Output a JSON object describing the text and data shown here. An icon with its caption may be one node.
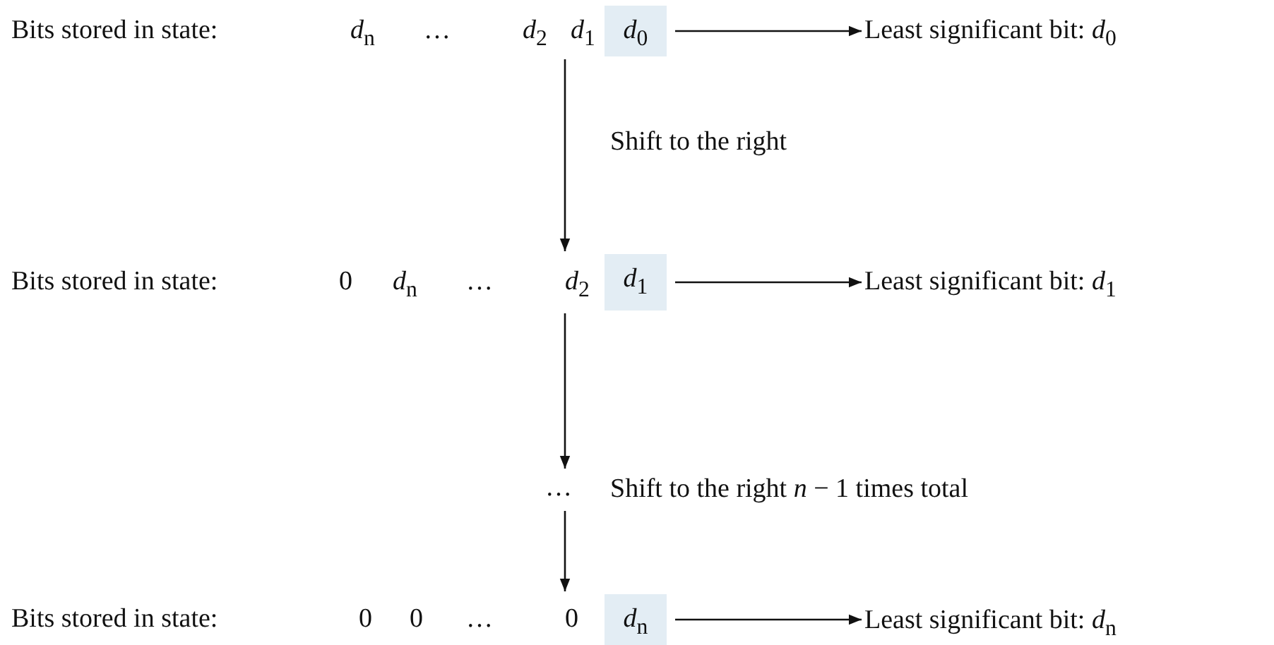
{
  "diagram": {
    "nodes": [
      {
        "text": [
          "Bits stored in state:",
          "*d*$_{n}$",
          "…",
          "*d*$_{2}$",
          "*d*$_{1}$"
        ]
      },
      {
        "text": [
          "*d*$_{0}$"
        ],
        "in": 0
      },
      {
        "text": [
          "Least significant bit: *d*$_{0}$"
        ]
      },
      {
        "text": [
          "Bits stored in state:",
          "0",
          "*d*$_{n}$",
          "…",
          "*d*$_{2}$"
        ]
      },
      {
        "text": [
          "*d*$_{1}$"
        ],
        "in": 3
      },
      {
        "text": [
          "Least significant bit: *d*$_{1}$"
        ]
      },
      {
        "text": [
          "…"
        ],
        "beside": [
          "Shift to the right *n* − 1 times total"
        ]
      },
      {
        "text": [
          "Bits stored in state:",
          "0",
          "0",
          "…",
          "0"
        ]
      },
      {
        "text": [
          "*d*$_{n}$"
        ],
        "in": 7
      },
      {
        "text": [
          "Least significant bit: *d*$_{n}$"
        ]
      }
    ],
    "edges": [
      {
        "from": 1,
        "to": 2,
        "arrow": "to"
      },
      {
        "from": 0,
        "to": 3,
        "arrow": "to",
        "label": "Shift to the right"
      },
      {
        "from": 4,
        "to": 5,
        "arrow": "to"
      },
      {
        "from": 3,
        "to": 6,
        "arrow": "to"
      },
      {
        "from": 6,
        "to": 7,
        "arrow": "to"
      },
      {
        "from": 8,
        "to": 9,
        "arrow": "to"
      }
    ]
  }
}
